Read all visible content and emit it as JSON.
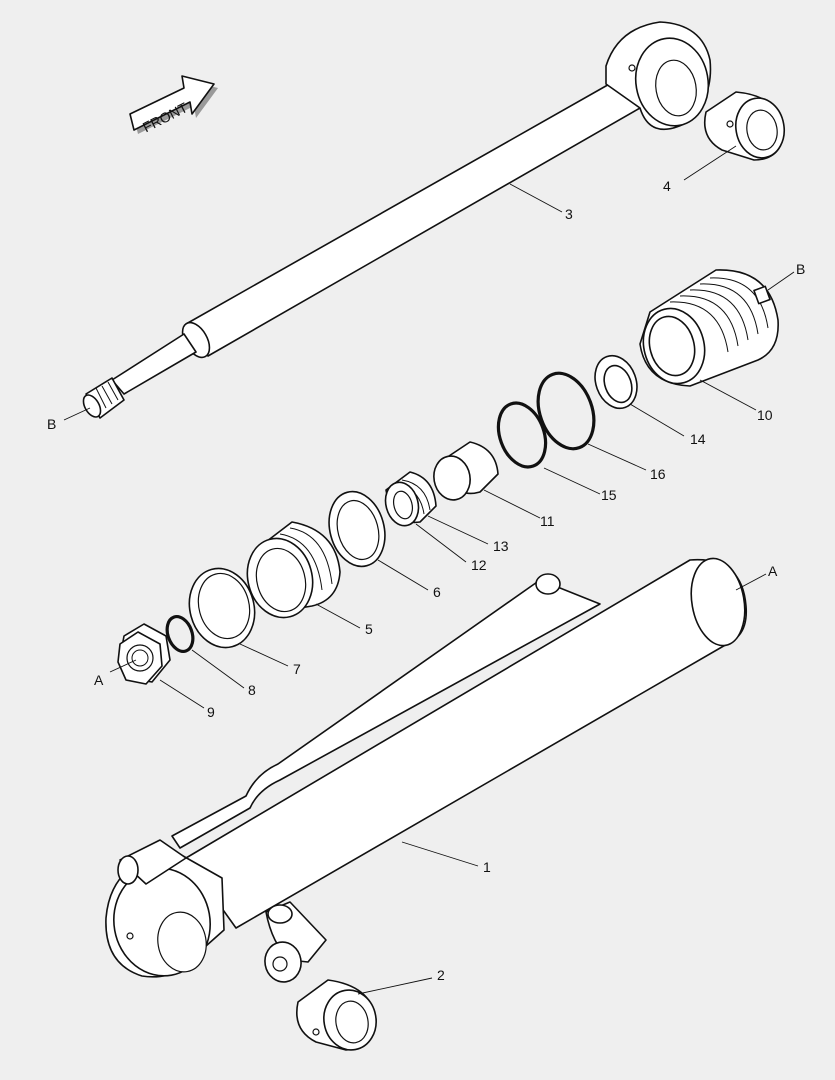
{
  "front_label": "FRONT",
  "callouts": [
    {
      "id": "1",
      "label": "1"
    },
    {
      "id": "2",
      "label": "2"
    },
    {
      "id": "3",
      "label": "3"
    },
    {
      "id": "4",
      "label": "4"
    },
    {
      "id": "5",
      "label": "5"
    },
    {
      "id": "6",
      "label": "6"
    },
    {
      "id": "7",
      "label": "7"
    },
    {
      "id": "8",
      "label": "8"
    },
    {
      "id": "9",
      "label": "9"
    },
    {
      "id": "10",
      "label": "10"
    },
    {
      "id": "11",
      "label": "11"
    },
    {
      "id": "12",
      "label": "12"
    },
    {
      "id": "13",
      "label": "13"
    },
    {
      "id": "14",
      "label": "14"
    },
    {
      "id": "15",
      "label": "15"
    },
    {
      "id": "16",
      "label": "16"
    }
  ],
  "refs": {
    "a_left": "A",
    "a_right": "A",
    "b_left": "B",
    "b_right": "B"
  }
}
